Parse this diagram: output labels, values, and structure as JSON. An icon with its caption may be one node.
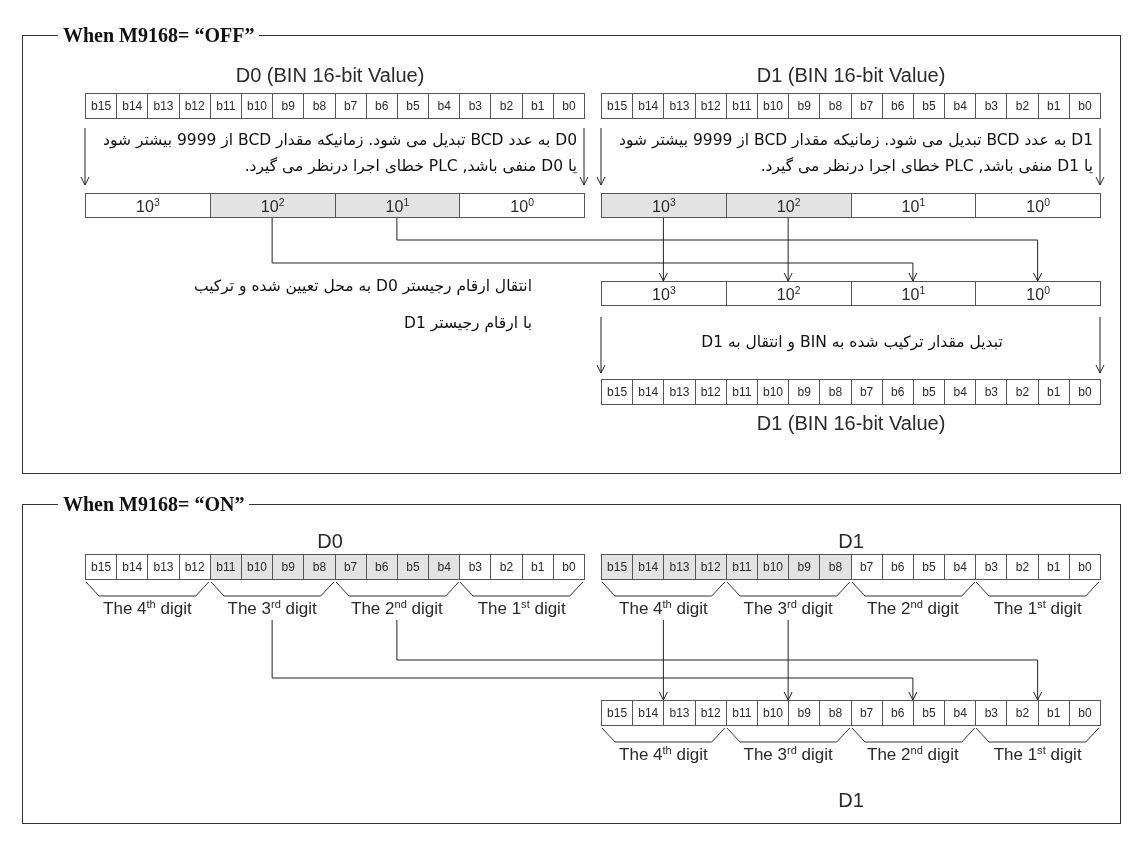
{
  "diagram": {
    "nodes": [
      {
        "text": [
          "When M9168= “OFF”"
        ]
      },
      {
        "text": [
          "10$^{3}$"
        ],
        "in": 0
      },
      {
        "text": [
          "10$^{2}$"
        ],
        "in": 0
      },
      {
        "text": [
          "10$^{1}$"
        ],
        "in": 0
      },
      {
        "text": [
          "10$^{0}$"
        ],
        "in": 0
      },
      {
        "text": [
          "10$^{3}$"
        ],
        "in": 0
      },
      {
        "text": [
          "10$^{2}$"
        ],
        "in": 0
      },
      {
        "text": [
          "10$^{1}$"
        ],
        "in": 0
      },
      {
        "text": [
          "10$^{0}$"
        ],
        "in": 0
      },
      {
        "text": [
          "10$^{3}$"
        ],
        "in": 0
      },
      {
        "text": [
          "10$^{2}$"
        ],
        "in": 0
      },
      {
        "text": [
          "10$^{1}$"
        ],
        "in": 0
      },
      {
        "text": [
          "10$^{0}$"
        ],
        "in": 0
      },
      {
        "text": [
          "When M9168= “ON”"
        ]
      },
      {
        "text": [
          "The 4$^{th}$ digit"
        ],
        "in": 13
      },
      {
        "text": [
          "The 3$^{rd}$ digit"
        ],
        "in": 13
      },
      {
        "text": [
          "The 2$^{nd}$ digit"
        ],
        "in": 13
      },
      {
        "text": [
          "The 1$^{st}$ digit"
        ],
        "in": 13
      },
      {
        "text": [
          "The 4$^{th}$ digit"
        ],
        "in": 13
      },
      {
        "text": [
          "The 3$^{rd}$ digit"
        ],
        "in": 13
      },
      {
        "text": [
          "The 2$^{nd}$ digit"
        ],
        "in": 13
      },
      {
        "text": [
          "The 1$^{st}$ digit"
        ],
        "in": 13
      },
      {
        "text": [
          "The 4$^{th}$ digit"
        ],
        "in": 13
      },
      {
        "text": [
          "The 3$^{rd}$ digit"
        ],
        "in": 13
      },
      {
        "text": [
          "The 2$^{nd}$ digit"
        ],
        "in": 13
      },
      {
        "text": [
          "The 1$^{st}$ digit"
        ],
        "in": 13
      }
    ],
    "edges": [
      {
        "from": 2,
        "to": 11,
        "arrow": "to"
      },
      {
        "from": 3,
        "to": 12,
        "arrow": "to"
      },
      {
        "from": 5,
        "to": 9,
        "arrow": "to"
      },
      {
        "from": 6,
        "to": 10,
        "arrow": "to"
      },
      {
        "from": 15,
        "to": 24,
        "arrow": "to"
      },
      {
        "from": 16,
        "to": 25,
        "arrow": "to"
      },
      {
        "from": 18,
        "to": 22,
        "arrow": "to"
      },
      {
        "from": 19,
        "to": 23,
        "arrow": "to"
      }
    ],
    "labels": [
      "D0 (BIN 16-bit Value)",
      "D1 (BIN 16-bit Value)",
      "b15",
      "b14",
      "b13",
      "b12",
      "b11",
      "b10",
      "b9",
      "b8",
      "b7",
      "b6",
      "b5",
      "b4",
      "b3",
      "b2",
      "b1",
      "b0",
      "b15",
      "b14",
      "b13",
      "b12",
      "b11",
      "b10",
      "b9",
      "b8",
      "b7",
      "b6",
      "b5",
      "b4",
      "b3",
      "b2",
      "b1",
      "b0",
      "D0 به عدد BCD تبدیل می شود. زمانیکه مقدار BCD از 9999 بیشتر شود یا D0 منفی باشد, PLC خطای اجرا درنظر می گیرد.",
      "D1 به عدد BCD تبدیل می شود. زمانیکه مقدار BCD از 9999 بیشتر شود یا D1 منفی باشد, PLC خطای اجرا درنظر می گیرد.",
      "انتقال ارقام رجیستر D0 به محل تعیین شده و ترکیب با ارقام رجیستر D1",
      "تبدیل مقدار ترکیب شده به BIN و انتقال به D1",
      "b15",
      "b14",
      "b13",
      "b12",
      "b11",
      "b10",
      "b9",
      "b8",
      "b7",
      "b6",
      "b5",
      "b4",
      "b3",
      "b2",
      "b1",
      "b0",
      "D1 (BIN 16-bit Value)",
      "D0",
      "D1",
      "b15",
      "b14",
      "b13",
      "b12",
      "b11",
      "b10",
      "b9",
      "b8",
      "b7",
      "b6",
      "b5",
      "b4",
      "b3",
      "b2",
      "b1",
      "b0",
      "b15",
      "b14",
      "b13",
      "b12",
      "b11",
      "b10",
      "b9",
      "b8",
      "b7",
      "b6",
      "b5",
      "b4",
      "b3",
      "b2",
      "b1",
      "b0",
      "b15",
      "b14",
      "b13",
      "b12",
      "b11",
      "b10",
      "b9",
      "b8",
      "b7",
      "b6",
      "b5",
      "b4",
      "b3",
      "b2",
      "b1",
      "b0",
      "D1"
    ]
  }
}
